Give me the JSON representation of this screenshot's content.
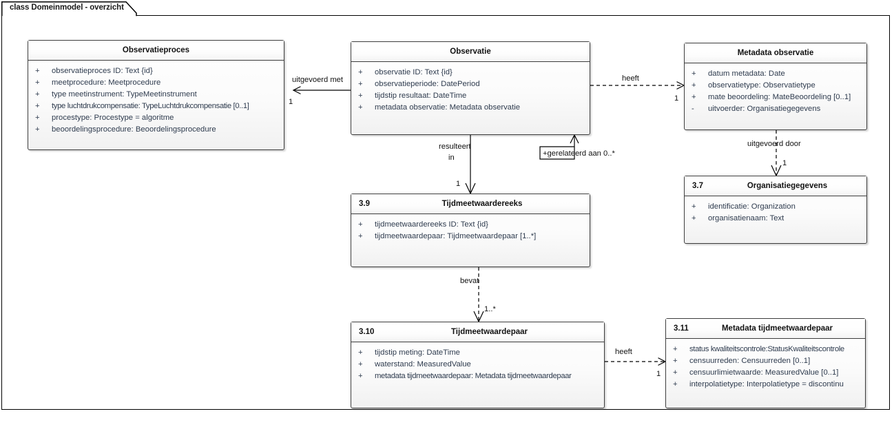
{
  "diagram": {
    "frame_label": "class Domeinmodel - overzicht",
    "accent_border": "#3c3c3c",
    "text_color": "#2e3b4e",
    "title_color": "#111111"
  },
  "classes": {
    "observatieproces": {
      "number": "",
      "title": "Observatieproces",
      "attributes": [
        {
          "visibility": "+",
          "signature": "observatieproces ID: Text {id}"
        },
        {
          "visibility": "+",
          "signature": "meetprocedure: Meetprocedure"
        },
        {
          "visibility": "+",
          "signature": "type meetinstrument: TypeMeetinstrument"
        },
        {
          "visibility": "+",
          "signature": "type luchtdrukcompensatie: TypeLuchtdrukcompensatie [0..1]"
        },
        {
          "visibility": "+",
          "signature": "procestype: Procestype = algoritme"
        },
        {
          "visibility": "+",
          "signature": "beoordelingsprocedure: Beoordelingsprocedure"
        }
      ]
    },
    "observatie": {
      "number": "",
      "title": "Observatie",
      "attributes": [
        {
          "visibility": "+",
          "signature": "observatie ID: Text {id}"
        },
        {
          "visibility": "+",
          "signature": "observatieperiode: DatePeriod"
        },
        {
          "visibility": "+",
          "signature": "tijdstip resultaat: DateTime"
        },
        {
          "visibility": "+",
          "signature": "metadata observatie: Metadata observatie"
        }
      ]
    },
    "metadata_observatie": {
      "number": "",
      "title": "Metadata observatie",
      "attributes": [
        {
          "visibility": "+",
          "signature": "datum metadata: Date"
        },
        {
          "visibility": "+",
          "signature": "observatietype: Observatietype"
        },
        {
          "visibility": "+",
          "signature": "mate beoordeling: MateBeoordeling [0..1]"
        },
        {
          "visibility": "-",
          "signature": "uitvoerder: Organisatiegegevens"
        }
      ]
    },
    "organisatiegegevens": {
      "number": "3.7",
      "title": "Organisatiegegevens",
      "attributes": [
        {
          "visibility": "+",
          "signature": "identificatie: Organization"
        },
        {
          "visibility": "+",
          "signature": "organisatienaam: Text"
        }
      ]
    },
    "tijdmeetwaardereeks": {
      "number": "3.9",
      "title": "Tijdmeetwaardereeks",
      "attributes": [
        {
          "visibility": "+",
          "signature": "tijdmeetwaardereeks ID: Text {id}"
        },
        {
          "visibility": "+",
          "signature": "tijdmeetwaardepaar: Tijdmeetwaardepaar [1..*]"
        }
      ]
    },
    "tijdmeetwaardepaar": {
      "number": "3.10",
      "title": "Tijdmeetwaardepaar",
      "attributes": [
        {
          "visibility": "+",
          "signature": "tijdstip meting: DateTime"
        },
        {
          "visibility": "+",
          "signature": "waterstand: MeasuredValue"
        },
        {
          "visibility": "+",
          "signature": "metadata tijdmeetwaardepaar: Metadata tijdmeetwaardepaar"
        }
      ]
    },
    "metadata_tijdmeetwaardepaar": {
      "number": "3.11",
      "title": "Metadata tijdmeetwaardepaar",
      "attributes": [
        {
          "visibility": "+",
          "signature": "status kwaliteitscontrole:StatusKwaliteitscontrole"
        },
        {
          "visibility": "+",
          "signature": "censuurreden: Censuurreden [0..1]"
        },
        {
          "visibility": "+",
          "signature": "censuurlimietwaarde: MeasuredValue [0..1]"
        },
        {
          "visibility": "+",
          "signature": "interpolatietype: Interpolatietype = discontinu"
        }
      ]
    }
  },
  "relations": {
    "uitgevoerd_met": {
      "label": "uitgevoerd met",
      "multiplicity": "1"
    },
    "heeft_metadata_observatie": {
      "label": "heeft",
      "multiplicity": "1"
    },
    "gerelateerd_aan": {
      "label": "+gerelateerd aan 0..*"
    },
    "resulteert_in": {
      "label_line1": "resulteert",
      "label_line2": "in",
      "multiplicity": "1"
    },
    "uitgevoerd_door": {
      "label": "uitgevoerd door",
      "multiplicity": "1"
    },
    "bevat": {
      "label": "bevat",
      "multiplicity": "1..*"
    },
    "heeft_metadata_paar": {
      "label": "heeft",
      "multiplicity": "1"
    }
  }
}
